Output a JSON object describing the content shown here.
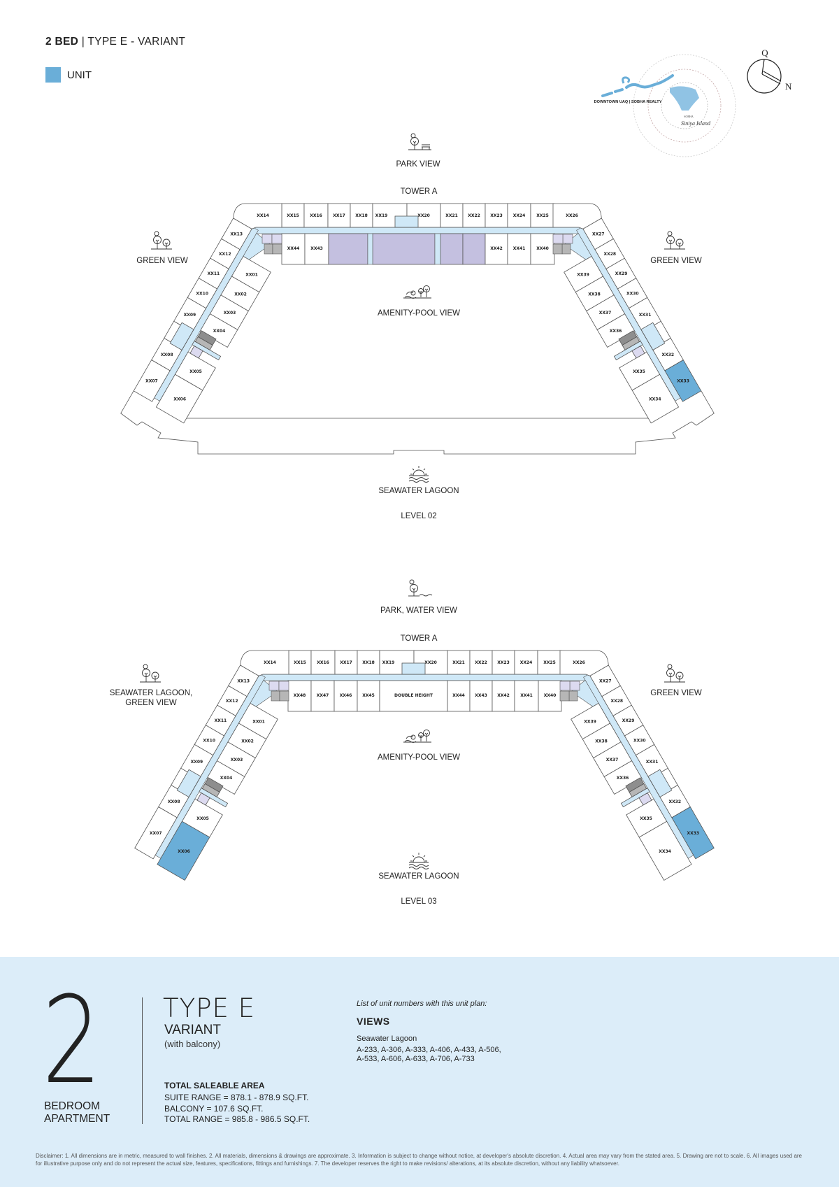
{
  "header": {
    "bed": "2 BED",
    "title": "| TYPE E - VARIANT"
  },
  "legend": {
    "label": "UNIT",
    "color": "#6aaed8"
  },
  "logo": {
    "brand": "DOWNTOWN UAQ | SOBHA REALTY",
    "sub": "SOBHA",
    "script": "Siniya Island"
  },
  "compass": {
    "top": "Q",
    "side": "N"
  },
  "colors": {
    "highlight": "#6aaed8",
    "corridor": "#cfe8f7",
    "amenity": "#c4c0e0",
    "lift": "#dcdaf0",
    "stair": "#b6b6b6",
    "stair_dark": "#8e8e8e"
  },
  "levels": [
    {
      "name": "LEVEL 02",
      "tower": "TOWER A",
      "top_view": "PARK VIEW",
      "left_view": [
        "GREEN VIEW"
      ],
      "right_view": [
        "GREEN VIEW"
      ],
      "center_view": "AMENITY-POOL VIEW",
      "bottom_view": "SEAWATER LAGOON",
      "corner_units": [
        "XX14",
        "XX26"
      ],
      "top_units": [
        "XX15",
        "XX16",
        "XX17",
        "XX18",
        "XX19",
        "XX20",
        "XX21",
        "XX22",
        "XX23",
        "XX24",
        "XX25"
      ],
      "lower_units": [
        "XX44",
        "XX43",
        "XX42",
        "XX41",
        "XX40"
      ],
      "left_outer": [
        "XX13",
        "XX12",
        "XX11",
        "XX10",
        "XX09",
        "XX08",
        "XX07"
      ],
      "left_inner": [
        "XX01",
        "XX02",
        "XX03",
        "XX04",
        "XX05",
        "XX06"
      ],
      "right_outer": [
        "XX27",
        "XX28",
        "XX29",
        "XX30",
        "XX31",
        "XX32",
        "XX33"
      ],
      "right_inner": [
        "XX39",
        "XX38",
        "XX37",
        "XX36",
        "XX35",
        "XX34"
      ],
      "highlighted": [
        "XX33"
      ]
    },
    {
      "name": "LEVEL 03",
      "tower": "TOWER A",
      "top_view": "PARK, WATER VIEW",
      "left_view": [
        "SEAWATER LAGOON,",
        "GREEN VIEW"
      ],
      "right_view": [
        "GREEN VIEW"
      ],
      "center_view": "AMENITY-POOL VIEW",
      "bottom_view": "SEAWATER LAGOON",
      "corner_units": [
        "XX14",
        "XX26"
      ],
      "top_units": [
        "XX15",
        "XX16",
        "XX17",
        "XX18",
        "XX19",
        "XX20",
        "XX21",
        "XX22",
        "XX23",
        "XX24",
        "XX25"
      ],
      "lower_units": [
        "XX48",
        "XX47",
        "XX46",
        "XX45",
        "DOUBLE HEIGHT",
        "XX44",
        "XX43",
        "XX42",
        "XX41",
        "XX40"
      ],
      "left_outer": [
        "XX13",
        "XX12",
        "XX11",
        "XX10",
        "XX09",
        "XX08",
        "XX07"
      ],
      "left_inner": [
        "XX01",
        "XX02",
        "XX03",
        "XX04",
        "XX05",
        "XX06"
      ],
      "right_outer": [
        "XX27",
        "XX28",
        "XX29",
        "XX30",
        "XX31",
        "XX32",
        "XX33"
      ],
      "right_inner": [
        "XX39",
        "XX38",
        "XX37",
        "XX36",
        "XX35",
        "XX34"
      ],
      "highlighted": [
        "XX06",
        "XX33"
      ]
    }
  ],
  "summary": {
    "bedrooms": "2",
    "bedroom_label": [
      "BEDROOM",
      "APARTMENT"
    ],
    "type": "TYPE E",
    "variant": "VARIANT",
    "variant_note": "(with balcony)",
    "area_title": "TOTAL SALEABLE AREA",
    "area_lines": [
      "SUITE RANGE = 878.1 - 878.9 SQ.FT.",
      "BALCONY = 107.6 SQ.FT.",
      "TOTAL RANGE = 985.8 - 986.5 SQ.FT."
    ],
    "list_intro": "List of unit numbers with this unit plan:",
    "views_title": "VIEWS",
    "view_name": "Seawater Lagoon",
    "unit_list_lines": [
      "A-233, A-306, A-333, A-406, A-433, A-506,",
      "A-533, A-606, A-633, A-706, A-733"
    ]
  },
  "disclaimer": "Disclaimer: 1. All dimensions are in metric, measured to wall finishes. 2. All materials, dimensions & drawings are approximate. 3. Information is subject to change without notice, at developer's absolute discretion. 4. Actual area may vary from the stated area. 5. Drawing are not to scale. 6. All images used are for illustrative purpose only and do not represent the actual size, features, specifications, fittings and furnishings. 7. The developer reserves the right to make revisions/ alterations, at its absolute discretion, without any liability whatsoever."
}
